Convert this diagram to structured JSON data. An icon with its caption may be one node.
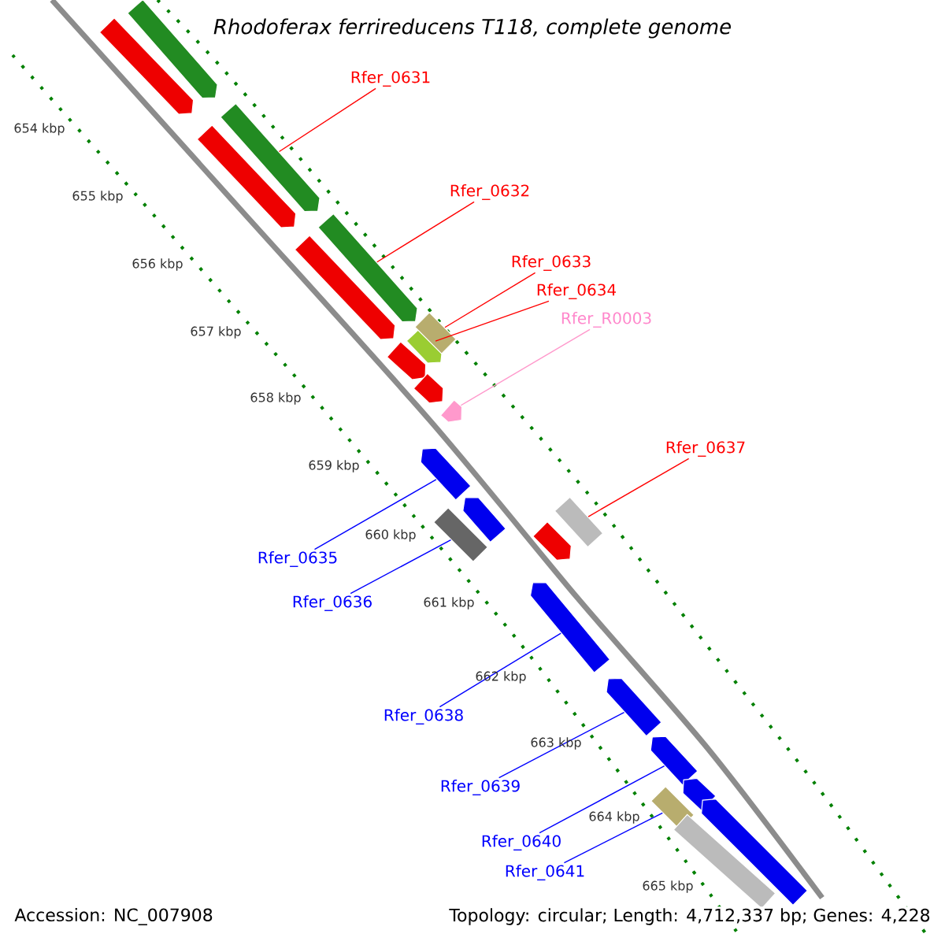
{
  "diagram": {
    "title": "Rhodoferax ferrireducens T118, complete genome",
    "nodes": [
      {
        "text": [],
        "shape": "arrow"
      },
      {
        "text": [],
        "shape": "arrow"
      },
      {
        "text": [],
        "shape": "arrow"
      },
      {
        "text": [],
        "shape": "arrow"
      },
      {
        "text": [],
        "shape": "arrow"
      },
      {
        "text": [],
        "shape": "arrow"
      },
      {
        "text": [],
        "shape": "arrow"
      },
      {
        "text": [],
        "shape": "box"
      },
      {
        "text": [],
        "shape": "arrow"
      },
      {
        "text": [],
        "shape": "arrow"
      },
      {
        "text": [],
        "shape": "arrow"
      },
      {
        "text": [],
        "shape": "arrow"
      },
      {
        "text": [],
        "shape": "arrow"
      },
      {
        "text": [],
        "shape": "box"
      },
      {
        "text": [],
        "shape": "arrow"
      },
      {
        "text": [],
        "shape": "box"
      },
      {
        "text": [],
        "shape": "arrow"
      },
      {
        "text": [],
        "shape": "arrow"
      },
      {
        "text": [],
        "shape": "arrow"
      },
      {
        "text": [],
        "shape": "arrow"
      },
      {
        "text": [],
        "shape": "box"
      },
      {
        "text": [],
        "shape": "arrow"
      },
      {
        "text": [],
        "shape": "box"
      },
      {
        "text": [
          "Rfer_0631"
        ]
      },
      {
        "text": [
          "Rfer_0632"
        ]
      },
      {
        "text": [
          "Rfer_0633"
        ]
      },
      {
        "text": [
          "Rfer_0634"
        ]
      },
      {
        "text": [
          "Rfer_R0003"
        ]
      },
      {
        "text": [
          "Rfer_0637"
        ]
      },
      {
        "text": [
          "Rfer_0635"
        ]
      },
      {
        "text": [
          "Rfer_0636"
        ]
      },
      {
        "text": [
          "Rfer_0638"
        ]
      },
      {
        "text": [
          "Rfer_0639"
        ]
      },
      {
        "text": [
          "Rfer_0640"
        ]
      },
      {
        "text": [
          "Rfer_0641"
        ]
      }
    ],
    "edges": [
      {
        "from": 23,
        "to": 2,
        "arrow": "none",
        "color": "#ff0000"
      },
      {
        "from": 24,
        "to": 4,
        "arrow": "none",
        "color": "#ff0000"
      },
      {
        "from": 25,
        "to": 7,
        "arrow": "none",
        "color": "#ff0000"
      },
      {
        "from": 26,
        "to": 6,
        "arrow": "none",
        "color": "#ff0000"
      },
      {
        "from": 27,
        "to": 10,
        "arrow": "none",
        "color": "#ff99cc"
      },
      {
        "from": 28,
        "to": 15,
        "arrow": "none",
        "color": "#ff0000"
      },
      {
        "from": 29,
        "to": 11,
        "arrow": "none",
        "color": "#0000ff"
      },
      {
        "from": 30,
        "to": 13,
        "arrow": "none",
        "color": "#0000ff"
      },
      {
        "from": 31,
        "to": 16,
        "arrow": "none",
        "color": "#0000ff"
      },
      {
        "from": 32,
        "to": 17,
        "arrow": "none",
        "color": "#0000ff"
      },
      {
        "from": 33,
        "to": 18,
        "arrow": "none",
        "color": "#0000ff"
      },
      {
        "from": 34,
        "to": 20,
        "arrow": "none",
        "color": "#0000ff"
      }
    ],
    "labels": [
      "654 kbp",
      "655 kbp",
      "656 kbp",
      "657 kbp",
      "658 kbp",
      "659 kbp",
      "660 kbp",
      "661 kbp",
      "662 kbp",
      "663 kbp",
      "664 kbp",
      "665 kbp",
      "Accession: NC_007908",
      "Topology: circular; Length: 4,712,337 bp; Genes: 4,228"
    ]
  }
}
